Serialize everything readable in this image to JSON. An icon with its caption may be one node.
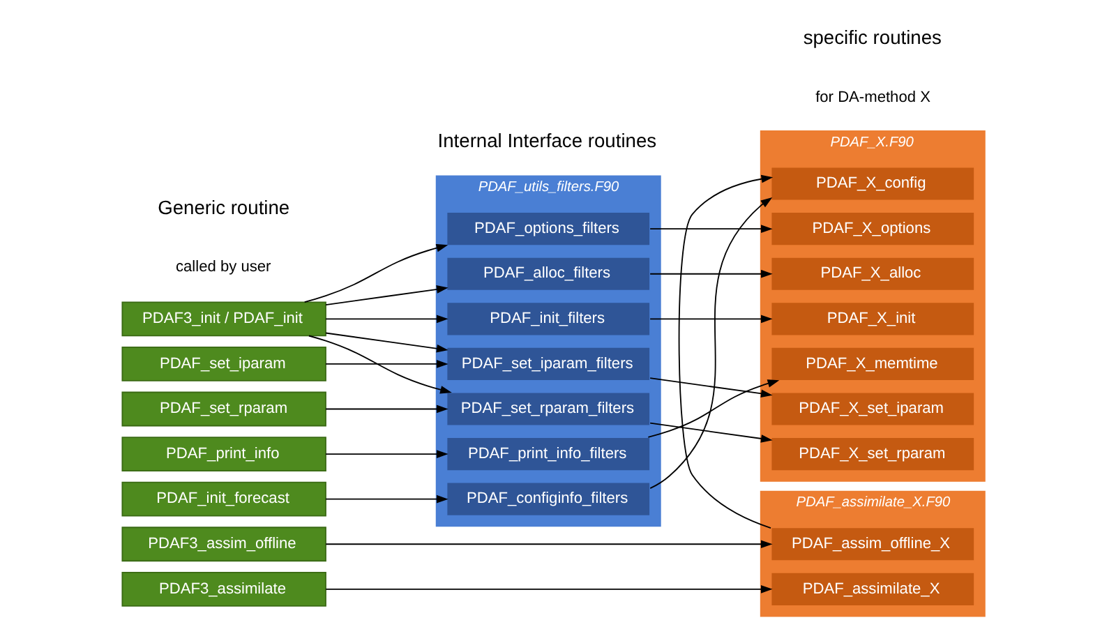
{
  "diagram": {
    "nodes": [
      {
        "text": [
          "PDAF3_init / PDAF_init"
        ]
      },
      {
        "text": [
          "PDAF_set_iparam"
        ]
      },
      {
        "text": [
          "PDAF_set_rparam"
        ]
      },
      {
        "text": [
          "PDAF_print_info"
        ]
      },
      {
        "text": [
          "PDAF_init_forecast"
        ]
      },
      {
        "text": [
          "PDAF3_assim_offline"
        ]
      },
      {
        "text": [
          "PDAF3_assimilate"
        ]
      },
      {
        "text": [
          "PDAF_utils_filters.F90"
        ]
      },
      {
        "text": [
          "PDAF_init_filters"
        ],
        "in": 7
      },
      {
        "text": [
          "PDAF_alloc_filters"
        ],
        "in": 7
      },
      {
        "text": [
          "PDAF_options_filters"
        ],
        "in": 7
      },
      {
        "text": [
          "PDAF_set_iparam_filters"
        ],
        "in": 7
      },
      {
        "text": [
          "PDAF_set_rparam_filters"
        ],
        "in": 7
      },
      {
        "text": [
          "PDAF_print_info_filters"
        ],
        "in": 7
      },
      {
        "text": [
          "PDAF_configinfo_filters"
        ],
        "in": 7
      },
      {
        "text": [
          "PDAF_X.F90"
        ]
      },
      {
        "text": [
          "PDAF_X_init"
        ],
        "in": 15
      },
      {
        "text": [
          "PDAF_X_alloc"
        ],
        "in": 15
      },
      {
        "text": [
          "PDAF_X_options"
        ],
        "in": 15
      },
      {
        "text": [
          "PDAF_X_set_iparam"
        ],
        "in": 15
      },
      {
        "text": [
          "PDAF_X_set_rparam"
        ],
        "in": 15
      },
      {
        "text": [
          "PDAF_X_memtime"
        ],
        "in": 15
      },
      {
        "text": [
          "PDAF_X_config"
        ],
        "in": 15
      },
      {
        "text": [
          "PDAF_assimilate_X.F90"
        ]
      },
      {
        "text": [
          "PDAF_assim_offline_X"
        ],
        "in": 23
      },
      {
        "text": [
          "PDAF_assimilate_X"
        ],
        "in": 23
      }
    ],
    "edges": [
      {
        "from": 0,
        "to": 8,
        "arrow": "to"
      },
      {
        "from": 0,
        "to": 9,
        "arrow": "to"
      },
      {
        "from": 0,
        "to": 10,
        "arrow": "to"
      },
      {
        "from": 0,
        "to": 11,
        "arrow": "to"
      },
      {
        "from": 0,
        "to": 12,
        "arrow": "to"
      },
      {
        "from": 1,
        "to": 11,
        "arrow": "to"
      },
      {
        "from": 2,
        "to": 12,
        "arrow": "to"
      },
      {
        "from": 3,
        "to": 13,
        "arrow": "to"
      },
      {
        "from": 4,
        "to": 14,
        "arrow": "to"
      },
      {
        "from": 8,
        "to": 16,
        "arrow": "to"
      },
      {
        "from": 9,
        "to": 17,
        "arrow": "to"
      },
      {
        "from": 10,
        "to": 18,
        "arrow": "to"
      },
      {
        "from": 11,
        "to": 19,
        "arrow": "to"
      },
      {
        "from": 12,
        "to": 20,
        "arrow": "to"
      },
      {
        "from": 13,
        "to": 21,
        "arrow": "to"
      },
      {
        "from": 14,
        "to": 22,
        "arrow": "to"
      },
      {
        "from": 5,
        "to": 24,
        "arrow": "to"
      },
      {
        "from": 6,
        "to": 25,
        "arrow": "to"
      },
      {
        "from": 24,
        "to": 22,
        "arrow": "to"
      }
    ],
    "labels": [
      "Generic routine",
      "called by user",
      "Internal Interface routines",
      "specific routines",
      "for DA-method X"
    ]
  }
}
